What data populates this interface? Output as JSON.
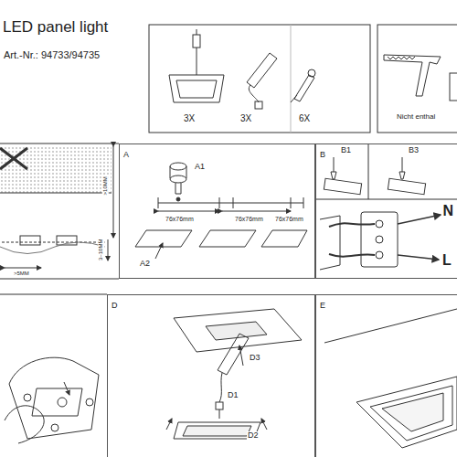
{
  "diagram": {
    "title": "LED panel light",
    "nodes": [
      {
        "text": [
          "A"
        ]
      },
      {
        "text": [
          "B"
        ]
      },
      {
        "text": [
          "D"
        ]
      },
      {
        "text": [
          "E"
        ]
      }
    ],
    "labels": [
      "Art.-Nr.: 94733/94735",
      "3X",
      "3X",
      "6X",
      "Nicht enthal",
      "A1",
      "76x76mm",
      "76x76mm",
      "76x76mm",
      "A2",
      "B1",
      "B3",
      "N",
      "L",
      "D3",
      "D1",
      "D2",
      ">10MM",
      "3~10MM",
      ">5MM"
    ]
  }
}
